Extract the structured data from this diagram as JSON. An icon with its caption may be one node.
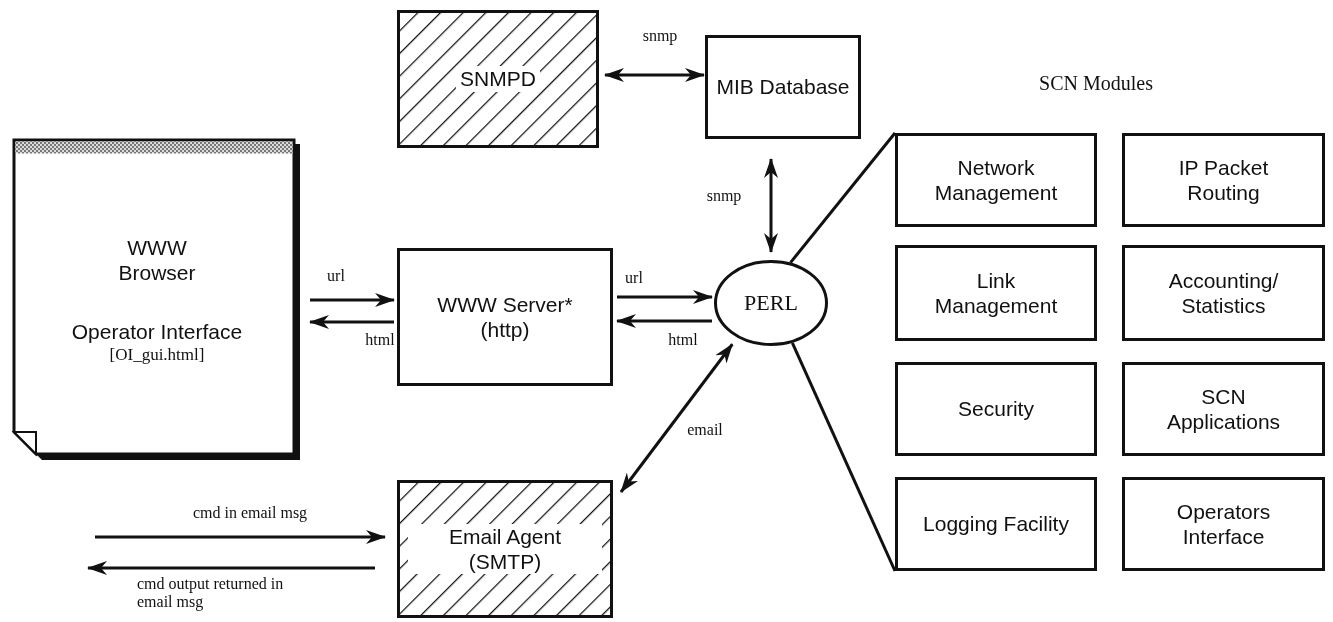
{
  "diagram": {
    "nodes": [
      {
        "text": [
          "WWW Browser",
          "Operator Interface",
          "[OI_gui.html]"
        ]
      },
      {
        "text": [
          "SNMPD"
        ]
      },
      {
        "text": [
          "MIB Database"
        ]
      },
      {
        "text": [
          "WWW Server* (http)"
        ]
      },
      {
        "text": [
          "PERL"
        ]
      },
      {
        "text": [
          "Email Agent (SMTP)"
        ]
      },
      {
        "text": [
          "SCN Modules"
        ]
      },
      {
        "text": [
          "Network Management"
        ],
        "in": 6
      },
      {
        "text": [
          "IP Packet Routing"
        ],
        "in": 6
      },
      {
        "text": [
          "Link Management"
        ],
        "in": 6
      },
      {
        "text": [
          "Accounting/ Statistics"
        ],
        "in": 6
      },
      {
        "text": [
          "Security"
        ],
        "in": 6
      },
      {
        "text": [
          "SCN Applications"
        ],
        "in": 6
      },
      {
        "text": [
          "Logging Facility"
        ],
        "in": 6
      },
      {
        "text": [
          "Operators Interface"
        ],
        "in": 6
      }
    ],
    "edges": [
      {
        "from": 1,
        "to": 2,
        "arrow": "both",
        "label": "snmp"
      },
      {
        "from": 2,
        "to": 4,
        "arrow": "both",
        "label": "snmp"
      },
      {
        "from": 0,
        "to": 3,
        "arrow": "to",
        "label": "url"
      },
      {
        "from": 3,
        "to": 0,
        "arrow": "to",
        "label": "html"
      },
      {
        "from": 3,
        "to": 4,
        "arrow": "to",
        "label": "url"
      },
      {
        "from": 4,
        "to": 3,
        "arrow": "to",
        "label": "html"
      },
      {
        "from": 4,
        "to": 5,
        "arrow": "both",
        "label": "email"
      },
      {
        "from": 4,
        "to": 6,
        "arrow": "none"
      },
      {
        "from": 4,
        "to": 6,
        "arrow": "none"
      },
      {
        "from": null,
        "to": 5,
        "arrow": "to",
        "label": "cmd in email msg"
      },
      {
        "from": 5,
        "to": null,
        "arrow": "to",
        "label": "cmd output returned in email msg"
      }
    ]
  }
}
